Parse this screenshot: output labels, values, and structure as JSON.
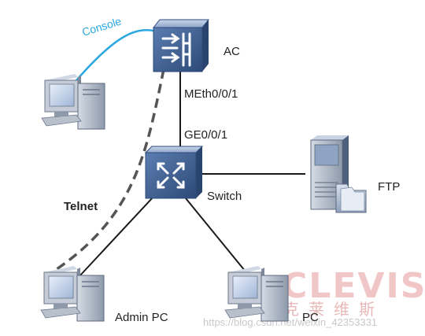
{
  "nodes": {
    "ac": {
      "label": "AC",
      "icon": "access-controller-icon"
    },
    "switch": {
      "label": "Switch",
      "icon": "switch-icon"
    },
    "ftp": {
      "label": "FTP",
      "icon": "server-icon"
    },
    "admin_pc": {
      "label": "Admin PC",
      "icon": "pc-icon"
    },
    "pc": {
      "label": "PC",
      "icon": "pc-icon"
    },
    "console_pc": {
      "label": "",
      "icon": "pc-icon"
    }
  },
  "links": {
    "ac_port": "MEth0/0/1",
    "switch_port": "GE0/0/1",
    "console": "Console",
    "telnet": "Telnet"
  },
  "watermark": {
    "brand": "CLEVIS",
    "brand_cn": "克莱维斯",
    "url": "https://blog.csdn.net/weixin_42353331"
  },
  "colors": {
    "device_blue": "#3a5a8a",
    "console_line": "#2aa6e0",
    "line": "#1a1a1a",
    "telnet_dash": "#555555"
  }
}
